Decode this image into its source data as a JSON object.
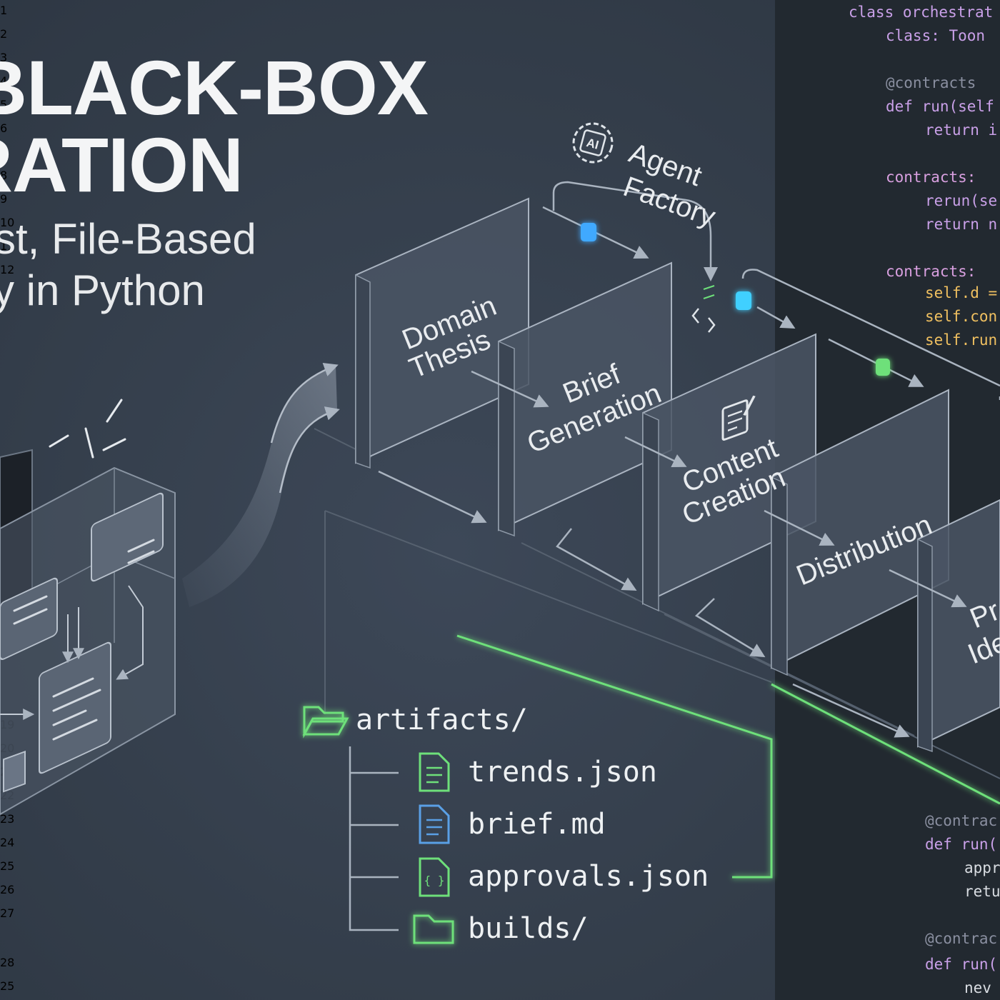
{
  "title": {
    "line1": "BLACK-BOX",
    "line2": "RATION"
  },
  "subtitle": {
    "line1": "st, File-Based",
    "line2": "y in Python"
  },
  "agent_factory": {
    "line1": "Agent",
    "line2": "Factory",
    "chip": "AI"
  },
  "stages": {
    "domain_thesis": {
      "line1": "Domain",
      "line2": "Thesis"
    },
    "brief_generation": {
      "line1": "Brief",
      "line2": "Generation"
    },
    "content_creation": {
      "line1": "Content",
      "line2": "Creation"
    },
    "distribution": {
      "line1": "Distribution"
    },
    "fifth": {
      "line1": "Pr",
      "line2": "Ide"
    }
  },
  "file_tree": {
    "root": "artifacts/",
    "items": [
      "trends.json",
      "brief.md",
      "approvals.json",
      "builds/"
    ]
  },
  "code_lines": [
    {
      "n": "1",
      "text": "class orchestrat"
    },
    {
      "n": "2",
      "text": "class: Toon"
    },
    {
      "n": "3",
      "text": ""
    },
    {
      "n": "4",
      "text": "@contracts"
    },
    {
      "n": "5",
      "text": "def run(self"
    },
    {
      "n": "6",
      "text": "return i"
    },
    {
      "n": "7",
      "text": ""
    },
    {
      "n": "8",
      "text": "contracts:"
    },
    {
      "n": "9",
      "text": "rerun(se"
    },
    {
      "n": "10",
      "text": "return n"
    },
    {
      "n": "11",
      "text": ""
    },
    {
      "n": "12",
      "text": "contracts:"
    },
    {
      "n": "",
      "text": "self.d ="
    },
    {
      "n": "",
      "text": "self.con"
    },
    {
      "n": "",
      "text": "self.run"
    },
    {
      "n": "19",
      "text": ""
    },
    {
      "n": "20",
      "text": ""
    },
    {
      "n": "21",
      "text": ""
    },
    {
      "n": "22",
      "text": ""
    },
    {
      "n": "23",
      "text": "@contrac"
    },
    {
      "n": "24",
      "text": "def run("
    },
    {
      "n": "25",
      "text": "appr"
    },
    {
      "n": "26",
      "text": "retu"
    },
    {
      "n": "27",
      "text": ""
    },
    {
      "n": "",
      "text": "@contrac"
    },
    {
      "n": "28",
      "text": "def run("
    },
    {
      "n": "25",
      "text": "nev"
    }
  ],
  "colors": {
    "accent_green": "#6ee07a",
    "accent_blue": "#3fa9ff",
    "accent_cyan": "#3fd0ff"
  }
}
